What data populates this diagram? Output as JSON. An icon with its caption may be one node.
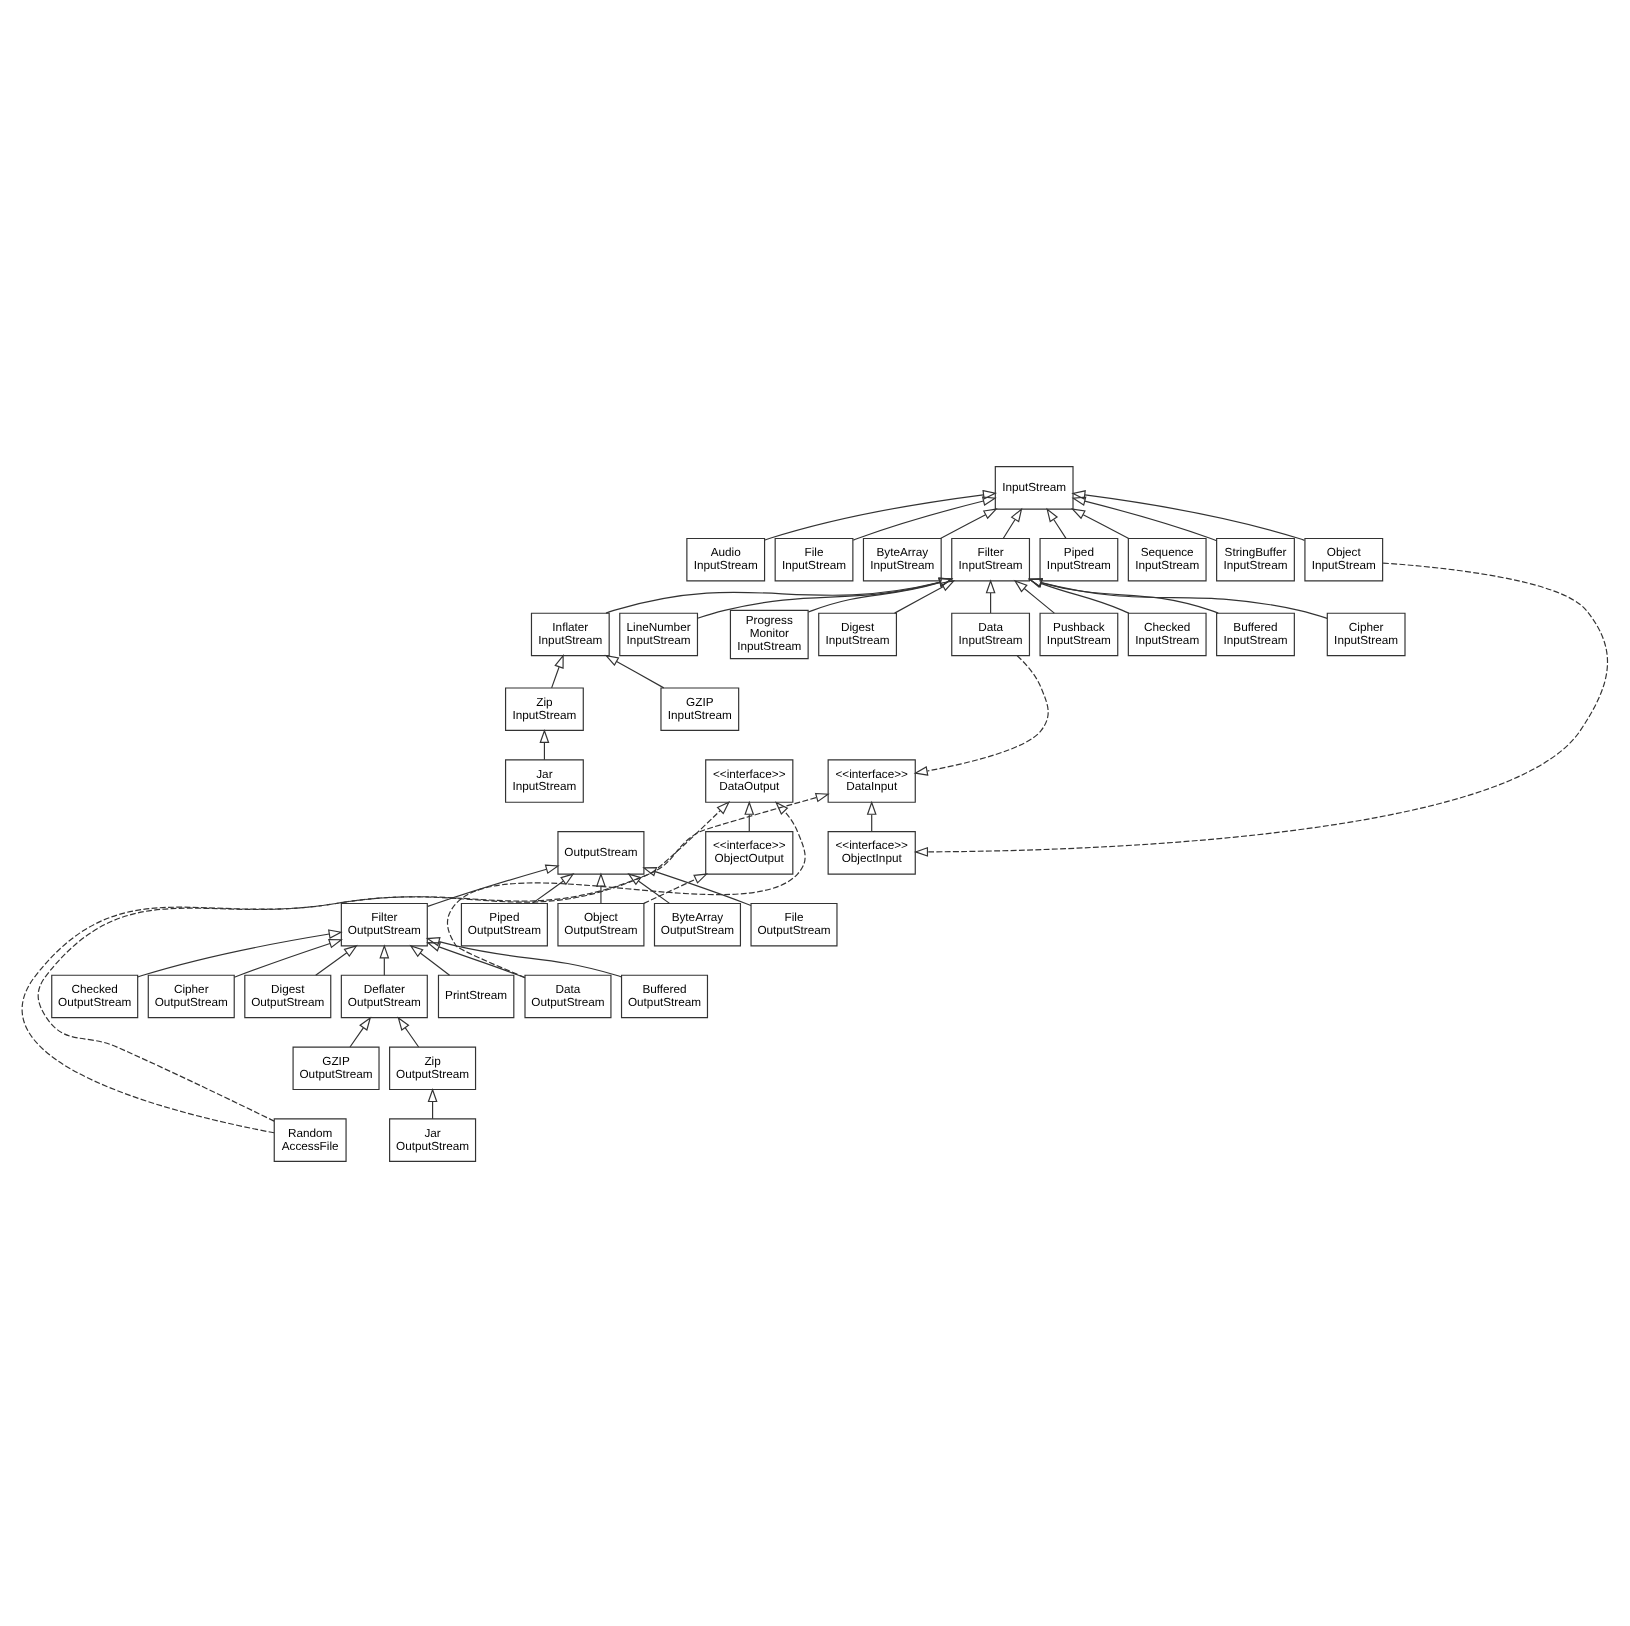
{
  "diagram": {
    "nodes": [
      {
        "text": [
          "InputStream"
        ]
      },
      {
        "text": [
          "Audio InputStream"
        ]
      },
      {
        "text": [
          "ByteArray InputStream"
        ]
      },
      {
        "text": [
          "File InputStream"
        ]
      },
      {
        "text": [
          "Piped InputStream"
        ]
      },
      {
        "text": [
          "Filter InputStream"
        ]
      },
      {
        "text": [
          "Sequence InputStream"
        ]
      },
      {
        "text": [
          "StringBuffer InputStream"
        ]
      },
      {
        "text": [
          "Object InputStream"
        ]
      },
      {
        "text": [
          "Buffered InputStream"
        ]
      },
      {
        "text": [
          "Checked InputStream"
        ]
      },
      {
        "text": [
          "Cipher InputStream"
        ]
      },
      {
        "text": [
          "Digest InputStream"
        ]
      },
      {
        "text": [
          "Inflater InputStream"
        ]
      },
      {
        "text": [
          "LineNumber InputStream"
        ]
      },
      {
        "text": [
          "Progress Monitor InputStream"
        ]
      },
      {
        "text": [
          "Pushback InputStream"
        ]
      },
      {
        "text": [
          "Data InputStream"
        ]
      },
      {
        "text": [
          "<<interface>> ObjectInput"
        ]
      },
      {
        "text": [
          "GZIP InputStream"
        ]
      },
      {
        "text": [
          "Zip InputStream"
        ]
      },
      {
        "text": [
          "<<interface>> DataInput"
        ]
      },
      {
        "text": [
          "Random AccessFile"
        ]
      },
      {
        "text": [
          "<<interface>> DataOutput"
        ]
      },
      {
        "text": [
          "Jar InputStream"
        ]
      },
      {
        "text": [
          "OutputStream"
        ]
      },
      {
        "text": [
          "<<interface>> ObjectOutput"
        ]
      },
      {
        "text": [
          "ByteArray OutputStream"
        ]
      },
      {
        "text": [
          "File OutputStream"
        ]
      },
      {
        "text": [
          "Filter OutputStream"
        ]
      },
      {
        "text": [
          "Piped OutputStream"
        ]
      },
      {
        "text": [
          "Object OutputStream"
        ]
      },
      {
        "text": [
          "Buffered OutputStream"
        ]
      },
      {
        "text": [
          "Checked OutputStream"
        ]
      },
      {
        "text": [
          "Cipher OutputStream"
        ]
      },
      {
        "text": [
          "Digest OutputStream"
        ]
      },
      {
        "text": [
          "Deflater OutputStream"
        ]
      },
      {
        "text": [
          "PrintStream"
        ]
      },
      {
        "text": [
          "Data OutputStream"
        ]
      },
      {
        "text": [
          "GZIP OutputStream"
        ]
      },
      {
        "text": [
          "Zip OutputStream"
        ]
      },
      {
        "text": [
          "Jar OutputStream"
        ]
      }
    ],
    "edges": [
      {
        "from": 1,
        "to": 0,
        "arrow": "to"
      },
      {
        "from": 2,
        "to": 0,
        "arrow": "to"
      },
      {
        "from": 3,
        "to": 0,
        "arrow": "to"
      },
      {
        "from": 4,
        "to": 0,
        "arrow": "to"
      },
      {
        "from": 5,
        "to": 0,
        "arrow": "to"
      },
      {
        "from": 6,
        "to": 0,
        "arrow": "to"
      },
      {
        "from": 7,
        "to": 0,
        "arrow": "to"
      },
      {
        "from": 8,
        "to": 0,
        "arrow": "to"
      },
      {
        "from": 9,
        "to": 5,
        "arrow": "to"
      },
      {
        "from": 10,
        "to": 5,
        "arrow": "to"
      },
      {
        "from": 11,
        "to": 5,
        "arrow": "to"
      },
      {
        "from": 12,
        "to": 5,
        "arrow": "to"
      },
      {
        "from": 13,
        "to": 5,
        "arrow": "to"
      },
      {
        "from": 14,
        "to": 5,
        "arrow": "to"
      },
      {
        "from": 15,
        "to": 5,
        "arrow": "to"
      },
      {
        "from": 16,
        "to": 5,
        "arrow": "to"
      },
      {
        "from": 17,
        "to": 5,
        "arrow": "to"
      },
      {
        "from": 8,
        "to": 18,
        "arrow": "to",
        "style": "dashed"
      },
      {
        "from": 17,
        "to": 21,
        "arrow": "to",
        "style": "dashed"
      },
      {
        "from": 18,
        "to": 21,
        "arrow": "to"
      },
      {
        "from": 19,
        "to": 13,
        "arrow": "to"
      },
      {
        "from": 20,
        "to": 13,
        "arrow": "to"
      },
      {
        "from": 22,
        "to": 21,
        "arrow": "to",
        "style": "dashed"
      },
      {
        "from": 22,
        "to": 23,
        "arrow": "to",
        "style": "dashed"
      },
      {
        "from": 24,
        "to": 20,
        "arrow": "to"
      },
      {
        "from": 26,
        "to": 23,
        "arrow": "to"
      },
      {
        "from": 27,
        "to": 25,
        "arrow": "to"
      },
      {
        "from": 28,
        "to": 25,
        "arrow": "to"
      },
      {
        "from": 29,
        "to": 25,
        "arrow": "to"
      },
      {
        "from": 30,
        "to": 25,
        "arrow": "to"
      },
      {
        "from": 31,
        "to": 25,
        "arrow": "to"
      },
      {
        "from": 31,
        "to": 26,
        "arrow": "to",
        "style": "dashed"
      },
      {
        "from": 32,
        "to": 29,
        "arrow": "to"
      },
      {
        "from": 33,
        "to": 29,
        "arrow": "to"
      },
      {
        "from": 34,
        "to": 29,
        "arrow": "to"
      },
      {
        "from": 35,
        "to": 29,
        "arrow": "to"
      },
      {
        "from": 36,
        "to": 29,
        "arrow": "to"
      },
      {
        "from": 37,
        "to": 29,
        "arrow": "to"
      },
      {
        "from": 38,
        "to": 29,
        "arrow": "to"
      },
      {
        "from": 38,
        "to": 23,
        "arrow": "to",
        "style": "dashed"
      },
      {
        "from": 39,
        "to": 36,
        "arrow": "to"
      },
      {
        "from": 40,
        "to": 36,
        "arrow": "to"
      },
      {
        "from": 41,
        "to": 40,
        "arrow": "to"
      }
    ]
  }
}
